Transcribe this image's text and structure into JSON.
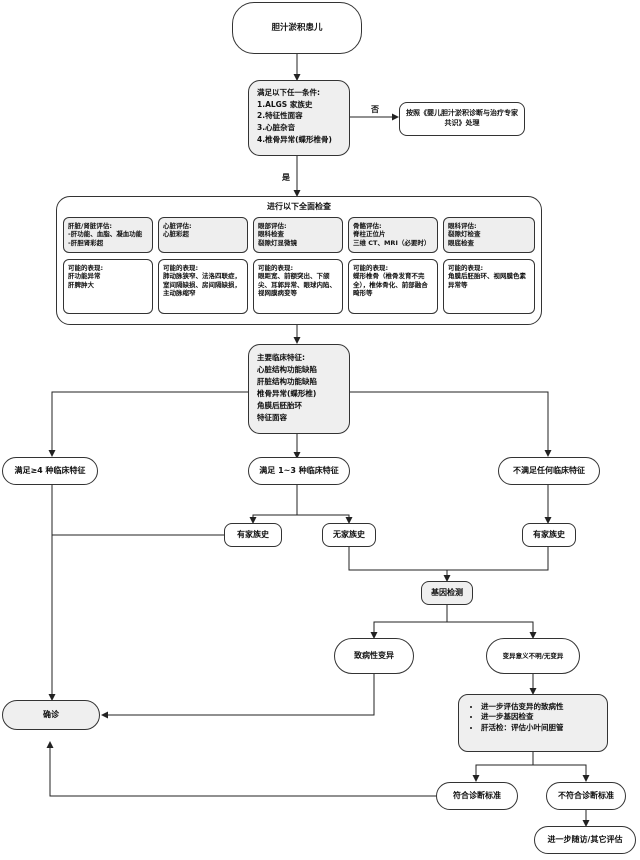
{
  "start": "胆汁淤积患儿",
  "criteria": {
    "title": "满足以下任一条件:",
    "items": [
      "1.ALGS 家族史",
      "2.特征性面容",
      "3.心脏杂音",
      "4.椎骨异常(蝶形椎骨)"
    ]
  },
  "no_label": "否",
  "yes_label": "是",
  "no_outcome": "按照《婴儿胆汁淤积诊断与治疗专家共识》处理",
  "full_exam": {
    "title": "进行以下全面检查",
    "eval": [
      {
        "lines": [
          "肝脏/肾脏评估:",
          " -肝功能、血脂、凝血功能",
          " -肝胆肾彩超"
        ]
      },
      {
        "lines": [
          "心脏评估:",
          "心脏彩超"
        ]
      },
      {
        "lines": [
          "眼部评估:",
          "眼科检查",
          "裂隙灯显微镜"
        ]
      },
      {
        "lines": [
          "骨骼评估:",
          "脊柱正位片",
          "三维 CT、MRI（必要时）"
        ]
      },
      {
        "lines": [
          "眼科评估:",
          "裂隙灯检查",
          "眼底检查"
        ]
      }
    ],
    "findings": [
      {
        "lines": [
          "可能的表现:",
          "肝功能异常",
          "肝脾肿大"
        ]
      },
      {
        "lines": [
          "可能的表现:",
          "肺动脉狭窄、法洛四联症，室间隔缺损、房间隔缺损，主动脉缩窄"
        ]
      },
      {
        "lines": [
          "可能的表现:",
          "眼距宽、前额突出、下颌尖、耳郭异常、眼球内陷、视网膜病变等"
        ]
      },
      {
        "lines": [
          "可能的表现:",
          "蝶形椎骨（椎骨发育不完全），椎体骨化、前部融合畸形等"
        ]
      },
      {
        "lines": [
          "可能的表现:",
          "角膜后胚胎环、视网膜色素异常等"
        ]
      }
    ]
  },
  "main_features": {
    "lines": [
      "主要临床特征:",
      "心脏结构功能缺陷",
      "肝脏结构功能缺陷",
      "椎骨异常(蝶形椎)",
      "角膜后胚胎环",
      "特征面容"
    ]
  },
  "branches": {
    "ge4": "满足≥4 种临床特征",
    "one_to_three": "满足 1~3 种临床特征",
    "none": "不满足任何临床特征"
  },
  "family": {
    "has1": "有家族史",
    "none": "无家族史",
    "has2": "有家族史"
  },
  "gene_test": "基因检测",
  "pathogenic": "致病性变异",
  "unclear": "变异意义不明/无变异",
  "diagnosis": "确诊",
  "further": [
    "进一步评估变异的致病性",
    "进一步基因检查",
    "肝活检：评估小叶间胆管"
  ],
  "meets": "符合诊断标准",
  "not_meets": "不符合诊断标准",
  "followup": "进一步随访/其它评估"
}
